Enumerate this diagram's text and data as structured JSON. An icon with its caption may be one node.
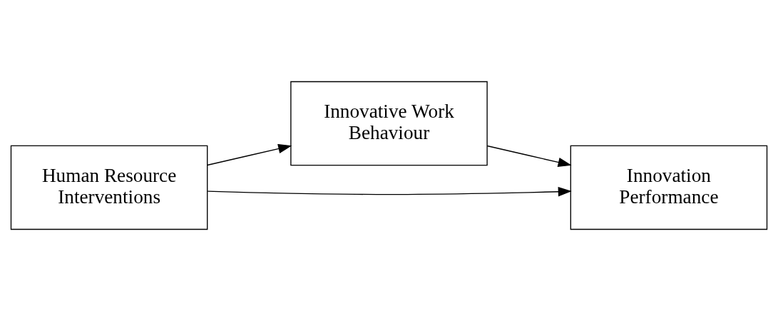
{
  "diagram": {
    "nodes": [
      {
        "text": [
          "Innovative Work Behaviour"
        ]
      },
      {
        "text": [
          "Human Resource Interventions"
        ]
      },
      {
        "text": [
          "Innovation Performance"
        ]
      }
    ],
    "edges": [
      {
        "from": 1,
        "to": 0,
        "arrow": "to"
      },
      {
        "from": 0,
        "to": 2,
        "arrow": "to"
      },
      {
        "from": 1,
        "to": 2,
        "arrow": "to"
      }
    ]
  }
}
